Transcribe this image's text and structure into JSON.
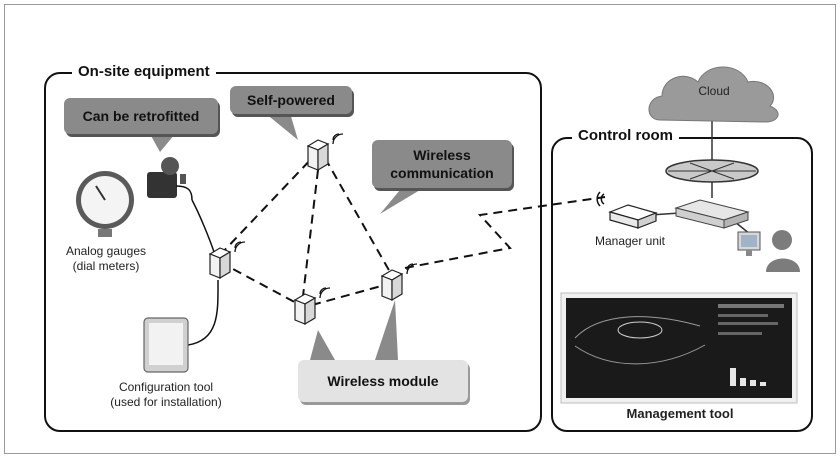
{
  "onsite": {
    "title": "On-site equipment"
  },
  "control": {
    "title": "Control room"
  },
  "callouts": {
    "retrofit": "Can be retrofitted",
    "self_powered": "Self-powered",
    "wireless_comm_1": "Wireless",
    "wireless_comm_2": "communication",
    "wireless_module": "Wireless module"
  },
  "labels": {
    "gauges_1": "Analog gauges",
    "gauges_2": "(dial meters)",
    "config_1": "Configuration tool",
    "config_2": "(used for installation)",
    "manager": "Manager unit",
    "cloud": "Cloud",
    "management_tool": "Management tool"
  },
  "colors": {
    "callout": "#8a8a8a",
    "cloud": "#9a9a9a",
    "screen": "#1a1a1a"
  }
}
